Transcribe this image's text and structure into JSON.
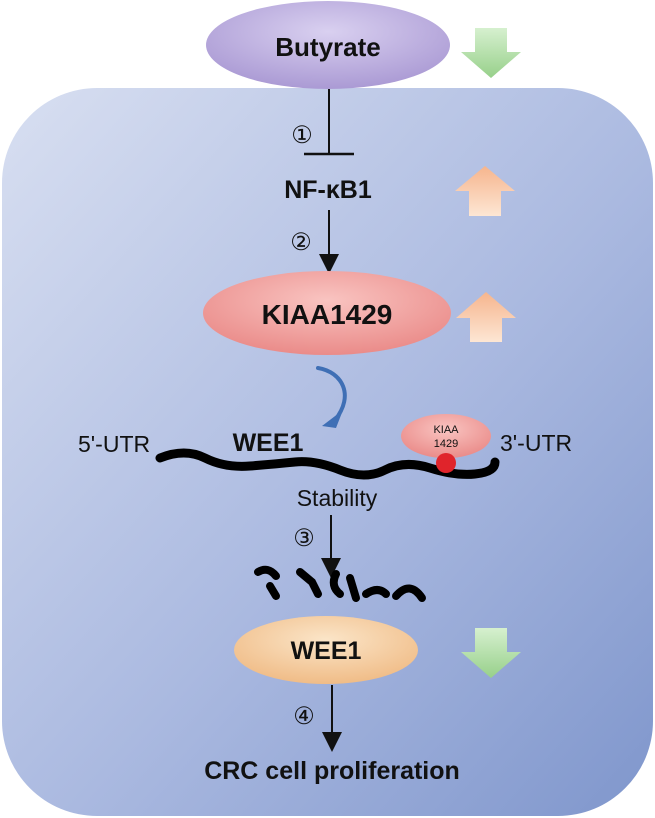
{
  "nodes": {
    "butyrate": "Butyrate",
    "nfkb1": "NF-κB1",
    "kiaa1429": "KIAA1429",
    "wee1_mrna": "WEE1",
    "kiaa_small_line1": "KIAA",
    "kiaa_small_line2": "1429",
    "wee1_protein": "WEE1",
    "outcome": "CRC cell proliferation"
  },
  "labels": {
    "utr5": "5'-UTR",
    "utr3": "3'-UTR",
    "stability": "Stability"
  },
  "steps": {
    "s1": "①",
    "s2": "②",
    "s3": "③",
    "s4": "④"
  },
  "indicators": [
    {
      "target": "butyrate",
      "direction": "down"
    },
    {
      "target": "nfkb1",
      "direction": "up"
    },
    {
      "target": "kiaa1429",
      "direction": "up"
    },
    {
      "target": "wee1_protein",
      "direction": "down"
    }
  ],
  "colors": {
    "cell_fill_light": "#d5dcef",
    "cell_fill_dark": "#8a9fd0",
    "butyrate_fill": "#b5a6d8",
    "kiaa_fill": "#ee8f8d",
    "wee1_fill": "#f2c28c",
    "up_arrow": "#f7c29c",
    "down_arrow": "#a8d89c",
    "curved_arrow": "#3f6fb5",
    "m6a_dot": "#e0242b"
  }
}
